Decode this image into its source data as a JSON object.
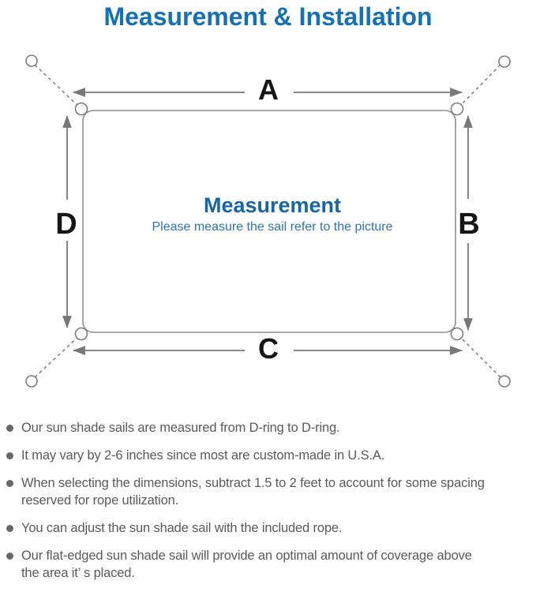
{
  "page": {
    "title": "Measurement & Installation"
  },
  "colors": {
    "title_blue": "#1271b8",
    "center_blue": "#1565ab",
    "subtitle_blue": "#2d74b5",
    "line_gray": "#7d7d7d",
    "text_gray": "#5a5a5a",
    "bullet_gray": "#686868"
  },
  "diagram": {
    "shape": "rectangle sail with D-rings at corners, dashed guy ropes to four anchor points",
    "labels": {
      "top": "A",
      "right": "B",
      "bottom": "C",
      "left": "D"
    },
    "center_title": "Measurement",
    "center_subtitle": "Please measure the sail refer to the picture"
  },
  "notes": [
    {
      "lines": [
        "Our sun shade sails are measured from D-ring to D-ring."
      ]
    },
    {
      "lines": [
        "It may vary by 2-6 inches since most are custom-made in U.S.A."
      ]
    },
    {
      "lines": [
        "When selecting the dimensions, subtract 1.5 to 2 feet to account for some spacing",
        "reserved for rope utilization."
      ]
    },
    {
      "lines": [
        "You can adjust the sun shade sail with the included rope."
      ]
    },
    {
      "lines": [
        "Our flat-edged sun shade sail will provide an optimal amount of coverage above",
        "the area it’ s placed."
      ]
    }
  ]
}
